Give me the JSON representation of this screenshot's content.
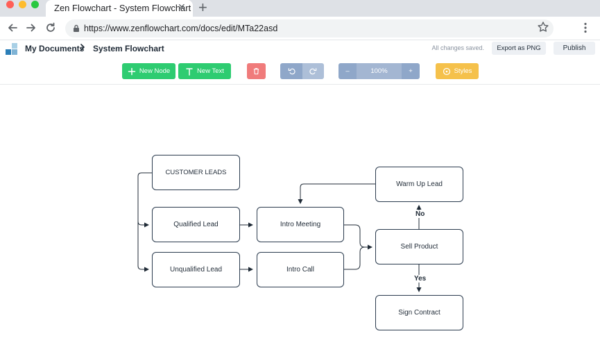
{
  "browser": {
    "tab_title": "Zen Flowchart - System Flowchart",
    "tab_close": "✕",
    "new_tab": "+",
    "url": "https://www.zenflowchart.com/docs/edit/MTa22asd"
  },
  "header": {
    "breadcrumb_root": "My Documents",
    "breadcrumb_page": "System Flowchart",
    "save_status": "All changes saved.",
    "export_label": "Export as PNG",
    "publish_label": "Publish"
  },
  "toolbar": {
    "new_node_label": "New Node",
    "new_text_label": "New Text",
    "zoom_minus": "–",
    "zoom_value": "100%",
    "zoom_plus": "+",
    "styles_label": "Styles",
    "colors": {
      "primary": "#2ecc71",
      "danger": "#f07b7b",
      "neutral": "#8fa7c9",
      "accent": "#f5c14b"
    }
  },
  "flowchart": {
    "nodes": {
      "customer_leads": "CUSTOMER LEADS",
      "qualified_lead": "Qualified Lead",
      "unqualified_lead": "Unqualified Lead",
      "intro_meeting": "Intro Meeting",
      "intro_call": "Intro Call",
      "warm_up_lead": "Warm Up Lead",
      "sell_product": "Sell Product",
      "sign_contract": "Sign Contract"
    },
    "edge_labels": {
      "no": "No",
      "yes": "Yes"
    }
  }
}
